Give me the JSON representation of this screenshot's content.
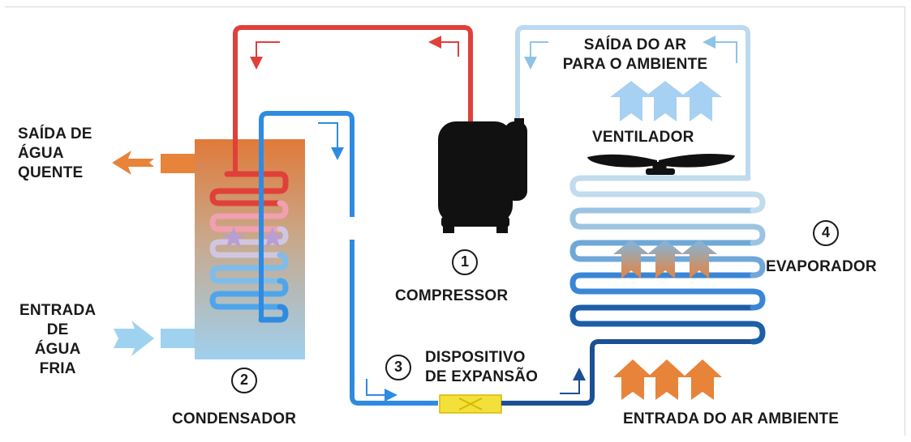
{
  "labels": {
    "hot_water_out": [
      "SAÍDA DE",
      "ÁGUA",
      "QUENTE"
    ],
    "cold_water_in": [
      "ENTRADA",
      "DE",
      "ÁGUA",
      "FRIA"
    ],
    "air_out": [
      "SAÍDA DO AR",
      "PARA O AMBIENTE"
    ],
    "fan": "VENTILADOR",
    "compressor": "COMPRESSOR",
    "condenser": "CONDENSADOR",
    "expansion_device": [
      "DISPOSITIVO",
      "DE EXPANSÃO"
    ],
    "evaporator": "EVAPORADOR",
    "ambient_air_in": "ENTRADA DO AR AMBIENTE"
  },
  "step_numbers": {
    "compressor": "1",
    "condenser": "2",
    "expansion": "3",
    "evaporator": "4"
  },
  "colors": {
    "hot_line": "#e0403a",
    "cold_line": "#2f8be0",
    "pale_line": "#bcd9ef",
    "dark_line": "#1c4f93",
    "water_hot": "#e8823a",
    "water_cold": "#9fd2ef",
    "valve": "#f4e03a",
    "compressor_body": "#111111"
  }
}
